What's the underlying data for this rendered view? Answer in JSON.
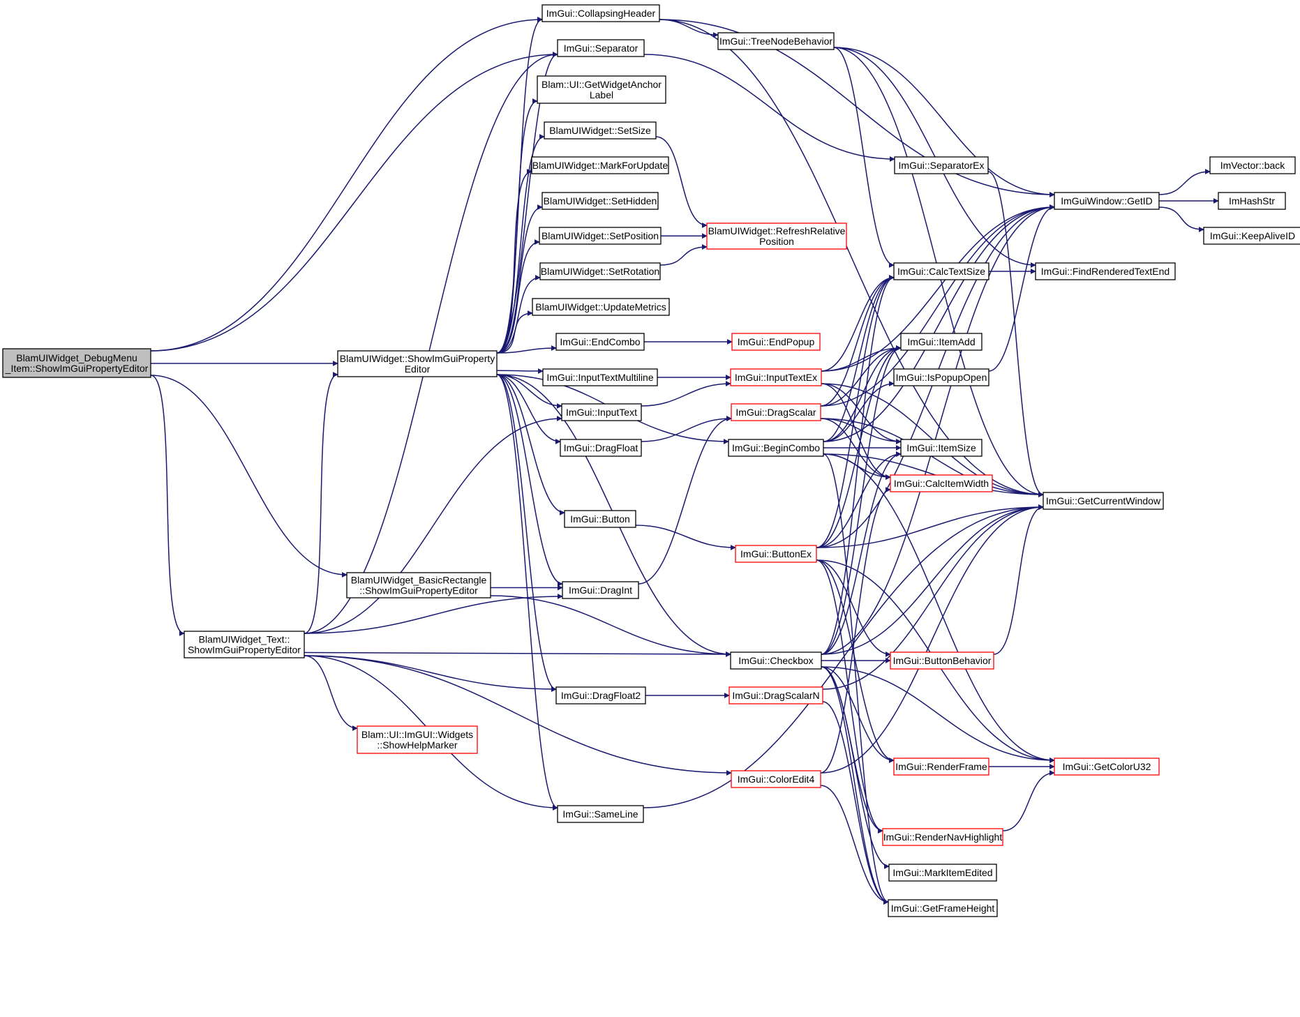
{
  "diagram": {
    "colors": {
      "edge": "#191970",
      "red_border": "#ff0000",
      "root_fill": "#bfbfbf"
    },
    "nodes": [
      {
        "id": "root",
        "lines": [
          "BlamUIWidget_DebugMenu",
          "_Item::ShowImGuiPropertyEditor"
        ]
      },
      {
        "id": "spe",
        "lines": [
          "BlamUIWidget::ShowImGuiProperty",
          "Editor"
        ]
      },
      {
        "id": "rect",
        "lines": [
          "BlamUIWidget_BasicRectangle",
          "::ShowImGuiPropertyEditor"
        ]
      },
      {
        "id": "text",
        "lines": [
          "BlamUIWidget_Text::",
          "ShowImGuiPropertyEditor"
        ]
      },
      {
        "id": "collapsing",
        "lines": [
          "ImGui::CollapsingHeader"
        ]
      },
      {
        "id": "separator",
        "lines": [
          "ImGui::Separator"
        ]
      },
      {
        "id": "anchor",
        "lines": [
          "Blam::UI::GetWidgetAnchor",
          "Label"
        ]
      },
      {
        "id": "setsize",
        "lines": [
          "BlamUIWidget::SetSize"
        ]
      },
      {
        "id": "markupdate",
        "lines": [
          "BlamUIWidget::MarkForUpdate"
        ]
      },
      {
        "id": "sethidden",
        "lines": [
          "BlamUIWidget::SetHidden"
        ]
      },
      {
        "id": "setpos",
        "lines": [
          "BlamUIWidget::SetPosition"
        ]
      },
      {
        "id": "setrot",
        "lines": [
          "BlamUIWidget::SetRotation"
        ]
      },
      {
        "id": "updmetrics",
        "lines": [
          "BlamUIWidget::UpdateMetrics"
        ]
      },
      {
        "id": "endcombo",
        "lines": [
          "ImGui::EndCombo"
        ]
      },
      {
        "id": "itml",
        "lines": [
          "ImGui::InputTextMultiline"
        ]
      },
      {
        "id": "inputtext",
        "lines": [
          "ImGui::InputText"
        ]
      },
      {
        "id": "dragfloat",
        "lines": [
          "ImGui::DragFloat"
        ]
      },
      {
        "id": "button",
        "lines": [
          "ImGui::Button"
        ]
      },
      {
        "id": "dragint",
        "lines": [
          "ImGui::DragInt"
        ]
      },
      {
        "id": "dragfloat2",
        "lines": [
          "ImGui::DragFloat2"
        ]
      },
      {
        "id": "samelinne",
        "lines": [
          "ImGui::SameLine"
        ]
      },
      {
        "id": "helpmarker",
        "lines": [
          "Blam::UI::ImGUI::Widgets",
          "::ShowHelpMarker"
        ]
      },
      {
        "id": "treenode",
        "lines": [
          "ImGui::TreeNodeBehavior"
        ]
      },
      {
        "id": "refresh",
        "lines": [
          "BlamUIWidget::RefreshRelative",
          "Position"
        ]
      },
      {
        "id": "endpopup",
        "lines": [
          "ImGui::EndPopup"
        ]
      },
      {
        "id": "inputtextex",
        "lines": [
          "ImGui::InputTextEx"
        ]
      },
      {
        "id": "dragscalar",
        "lines": [
          "ImGui::DragScalar"
        ]
      },
      {
        "id": "begincombo",
        "lines": [
          "ImGui::BeginCombo"
        ]
      },
      {
        "id": "buttonex",
        "lines": [
          "ImGui::ButtonEx"
        ]
      },
      {
        "id": "checkbox",
        "lines": [
          "ImGui::Checkbox"
        ]
      },
      {
        "id": "dragscalarn",
        "lines": [
          "ImGui::DragScalarN"
        ]
      },
      {
        "id": "coloredit4",
        "lines": [
          "ImGui::ColorEdit4"
        ]
      },
      {
        "id": "separatorex",
        "lines": [
          "ImGui::SeparatorEx"
        ]
      },
      {
        "id": "calctextsize",
        "lines": [
          "ImGui::CalcTextSize"
        ]
      },
      {
        "id": "itemadd",
        "lines": [
          "ImGui::ItemAdd"
        ]
      },
      {
        "id": "ispopupopen",
        "lines": [
          "ImGui::IsPopupOpen"
        ]
      },
      {
        "id": "itemsize",
        "lines": [
          "ImGui::ItemSize"
        ]
      },
      {
        "id": "calcitemwidth",
        "lines": [
          "ImGui::CalcItemWidth"
        ]
      },
      {
        "id": "buttonbehavior",
        "lines": [
          "ImGui::ButtonBehavior"
        ]
      },
      {
        "id": "renderframe",
        "lines": [
          "ImGui::RenderFrame"
        ]
      },
      {
        "id": "rendernav",
        "lines": [
          "ImGui::RenderNavHighlight"
        ]
      },
      {
        "id": "markedited",
        "lines": [
          "ImGui::MarkItemEdited"
        ]
      },
      {
        "id": "frameheight",
        "lines": [
          "ImGui::GetFrameHeight"
        ]
      },
      {
        "id": "getid",
        "lines": [
          "ImGuiWindow::GetID"
        ]
      },
      {
        "id": "findrendered",
        "lines": [
          "ImGui::FindRenderedTextEnd"
        ]
      },
      {
        "id": "curwindow",
        "lines": [
          "ImGui::GetCurrentWindow"
        ]
      },
      {
        "id": "coloru32",
        "lines": [
          "ImGui::GetColorU32"
        ]
      },
      {
        "id": "vecback",
        "lines": [
          "ImVector::back"
        ]
      },
      {
        "id": "hashstr",
        "lines": [
          "ImHashStr"
        ]
      },
      {
        "id": "keepalive",
        "lines": [
          "ImGui::KeepAliveID"
        ]
      }
    ],
    "edges": [
      [
        "root",
        "collapsing"
      ],
      [
        "root",
        "separator"
      ],
      [
        "root",
        "spe"
      ],
      [
        "root",
        "rect"
      ],
      [
        "root",
        "text"
      ],
      [
        "spe",
        "collapsing"
      ],
      [
        "spe",
        "separator"
      ],
      [
        "spe",
        "anchor"
      ],
      [
        "spe",
        "setsize"
      ],
      [
        "spe",
        "markupdate"
      ],
      [
        "spe",
        "sethidden"
      ],
      [
        "spe",
        "setpos"
      ],
      [
        "spe",
        "setrot"
      ],
      [
        "spe",
        "updmetrics"
      ],
      [
        "spe",
        "endcombo"
      ],
      [
        "spe",
        "itml"
      ],
      [
        "spe",
        "inputtext"
      ],
      [
        "spe",
        "dragfloat"
      ],
      [
        "spe",
        "begincombo"
      ],
      [
        "spe",
        "button"
      ],
      [
        "spe",
        "dragint"
      ],
      [
        "spe",
        "checkbox"
      ],
      [
        "spe",
        "dragfloat2"
      ],
      [
        "spe",
        "samelinne"
      ],
      [
        "rect",
        "dragint"
      ],
      [
        "rect",
        "checkbox"
      ],
      [
        "text",
        "spe"
      ],
      [
        "text",
        "separator"
      ],
      [
        "text",
        "inputtext"
      ],
      [
        "text",
        "dragint"
      ],
      [
        "text",
        "checkbox"
      ],
      [
        "text",
        "dragfloat2"
      ],
      [
        "text",
        "helpmarker"
      ],
      [
        "text",
        "coloredit4"
      ],
      [
        "text",
        "samelinne"
      ],
      [
        "collapsing",
        "treenode"
      ],
      [
        "collapsing",
        "getid"
      ],
      [
        "collapsing",
        "curwindow"
      ],
      [
        "separator",
        "separatorex"
      ],
      [
        "setsize",
        "refresh"
      ],
      [
        "setpos",
        "refresh"
      ],
      [
        "setrot",
        "refresh"
      ],
      [
        "endcombo",
        "endpopup"
      ],
      [
        "itml",
        "inputtextex"
      ],
      [
        "inputtext",
        "inputtextex"
      ],
      [
        "dragfloat",
        "dragscalar"
      ],
      [
        "button",
        "buttonex"
      ],
      [
        "dragint",
        "dragscalar"
      ],
      [
        "dragfloat2",
        "dragscalarn"
      ],
      [
        "samelinne",
        "curwindow"
      ],
      [
        "treenode",
        "getid"
      ],
      [
        "treenode",
        "calctextsize"
      ],
      [
        "treenode",
        "findrendered"
      ],
      [
        "treenode",
        "curwindow"
      ],
      [
        "separatorex",
        "curwindow"
      ],
      [
        "inputtextex",
        "calctextsize"
      ],
      [
        "inputtextex",
        "itemadd"
      ],
      [
        "inputtextex",
        "itemsize"
      ],
      [
        "inputtextex",
        "calcitemwidth"
      ],
      [
        "inputtextex",
        "getid"
      ],
      [
        "inputtextex",
        "curwindow"
      ],
      [
        "dragscalar",
        "calctextsize"
      ],
      [
        "dragscalar",
        "itemadd"
      ],
      [
        "dragscalar",
        "itemsize"
      ],
      [
        "dragscalar",
        "calcitemwidth"
      ],
      [
        "dragscalar",
        "curwindow"
      ],
      [
        "dragscalar",
        "getid"
      ],
      [
        "begincombo",
        "calctextsize"
      ],
      [
        "begincombo",
        "itemadd"
      ],
      [
        "begincombo",
        "ispopupopen"
      ],
      [
        "begincombo",
        "itemsize"
      ],
      [
        "begincombo",
        "calcitemwidth"
      ],
      [
        "begincombo",
        "curwindow"
      ],
      [
        "begincombo",
        "coloru32"
      ],
      [
        "begincombo",
        "getid"
      ],
      [
        "begincombo",
        "frameheight"
      ],
      [
        "buttonex",
        "calctextsize"
      ],
      [
        "buttonex",
        "itemadd"
      ],
      [
        "buttonex",
        "itemsize"
      ],
      [
        "buttonex",
        "buttonbehavior"
      ],
      [
        "buttonex",
        "renderframe"
      ],
      [
        "buttonex",
        "rendernav"
      ],
      [
        "buttonex",
        "getid"
      ],
      [
        "buttonex",
        "curwindow"
      ],
      [
        "buttonex",
        "coloru32"
      ],
      [
        "checkbox",
        "calctextsize"
      ],
      [
        "checkbox",
        "itemadd"
      ],
      [
        "checkbox",
        "itemsize"
      ],
      [
        "checkbox",
        "buttonbehavior"
      ],
      [
        "checkbox",
        "renderframe"
      ],
      [
        "checkbox",
        "rendernav"
      ],
      [
        "checkbox",
        "markedited"
      ],
      [
        "checkbox",
        "frameheight"
      ],
      [
        "checkbox",
        "getid"
      ],
      [
        "checkbox",
        "curwindow"
      ],
      [
        "checkbox",
        "coloru32"
      ],
      [
        "dragscalarn",
        "frameheight"
      ],
      [
        "dragscalarn",
        "curwindow"
      ],
      [
        "coloredit4",
        "calcitemwidth"
      ],
      [
        "coloredit4",
        "frameheight"
      ],
      [
        "coloredit4",
        "curwindow"
      ],
      [
        "ispopupopen",
        "getid"
      ],
      [
        "buttonbehavior",
        "curwindow"
      ],
      [
        "renderframe",
        "coloru32"
      ],
      [
        "rendernav",
        "coloru32"
      ],
      [
        "calctextsize",
        "findrendered"
      ],
      [
        "getid",
        "vecback"
      ],
      [
        "getid",
        "hashstr"
      ],
      [
        "getid",
        "keepalive"
      ]
    ]
  }
}
